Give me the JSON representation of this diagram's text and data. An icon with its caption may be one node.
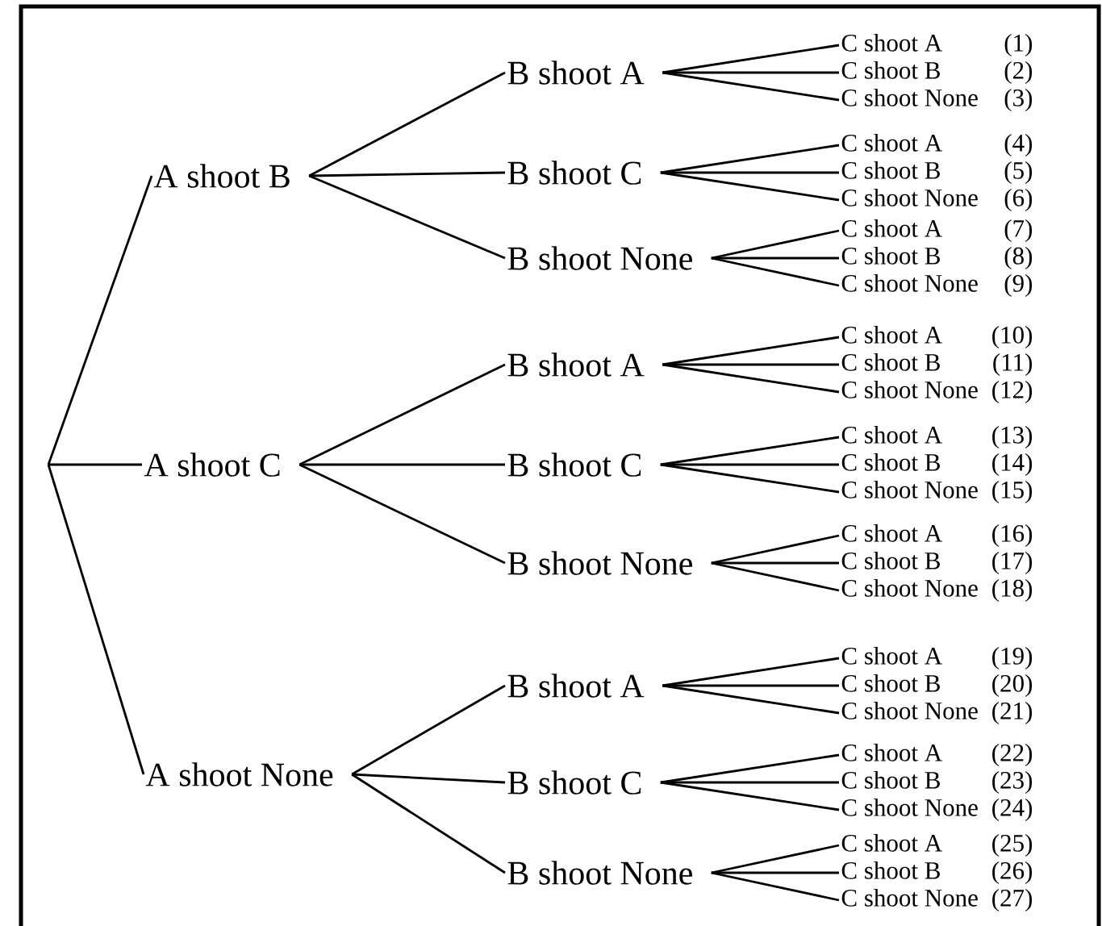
{
  "diagram": {
    "nodes": [
      {
        "text": [
          "A shoot B"
        ]
      },
      {
        "text": [
          "B shoot A"
        ]
      },
      {
        "text": [
          "C shoot A",
          "(1)"
        ]
      },
      {
        "text": [
          "C shoot B",
          "(2)"
        ]
      },
      {
        "text": [
          "C shoot None",
          "(3)"
        ]
      },
      {
        "text": [
          "B shoot C"
        ]
      },
      {
        "text": [
          "C shoot A",
          "(4)"
        ]
      },
      {
        "text": [
          "C shoot B",
          "(5)"
        ]
      },
      {
        "text": [
          "C shoot None",
          "(6)"
        ]
      },
      {
        "text": [
          "B shoot None"
        ]
      },
      {
        "text": [
          "C shoot A",
          "(7)"
        ]
      },
      {
        "text": [
          "C shoot B",
          "(8)"
        ]
      },
      {
        "text": [
          "C shoot None",
          "(9)"
        ]
      },
      {
        "text": [
          "A shoot C"
        ]
      },
      {
        "text": [
          "B shoot A"
        ]
      },
      {
        "text": [
          "C shoot A",
          "(10)"
        ]
      },
      {
        "text": [
          "C shoot B",
          "(11)"
        ]
      },
      {
        "text": [
          "C shoot None",
          "(12)"
        ]
      },
      {
        "text": [
          "B shoot C"
        ]
      },
      {
        "text": [
          "C shoot A",
          "(13)"
        ]
      },
      {
        "text": [
          "C shoot B",
          "(14)"
        ]
      },
      {
        "text": [
          "C shoot None",
          "(15)"
        ]
      },
      {
        "text": [
          "B shoot None"
        ]
      },
      {
        "text": [
          "C shoot A",
          "(16)"
        ]
      },
      {
        "text": [
          "C shoot B",
          "(17)"
        ]
      },
      {
        "text": [
          "C shoot None",
          "(18)"
        ]
      },
      {
        "text": [
          "A shoot None"
        ]
      },
      {
        "text": [
          "B shoot A"
        ]
      },
      {
        "text": [
          "C shoot A",
          "(19)"
        ]
      },
      {
        "text": [
          "C shoot B",
          "(20)"
        ]
      },
      {
        "text": [
          "C shoot None",
          "(21)"
        ]
      },
      {
        "text": [
          "B shoot C"
        ]
      },
      {
        "text": [
          "C shoot A",
          "(22)"
        ]
      },
      {
        "text": [
          "C shoot B",
          "(23)"
        ]
      },
      {
        "text": [
          "C shoot None",
          "(24)"
        ]
      },
      {
        "text": [
          "B shoot None"
        ]
      },
      {
        "text": [
          "C shoot A",
          "(25)"
        ]
      },
      {
        "text": [
          "C shoot B",
          "(26)"
        ]
      },
      {
        "text": [
          "C shoot None",
          "(27)"
        ]
      }
    ],
    "edges": [
      {
        "from": null,
        "to": 0,
        "arrow": "none"
      },
      {
        "from": null,
        "to": 13,
        "arrow": "none"
      },
      {
        "from": null,
        "to": 26,
        "arrow": "none"
      },
      {
        "from": 0,
        "to": 1,
        "arrow": "none"
      },
      {
        "from": 0,
        "to": 5,
        "arrow": "none"
      },
      {
        "from": 0,
        "to": 9,
        "arrow": "none"
      },
      {
        "from": 13,
        "to": 14,
        "arrow": "none"
      },
      {
        "from": 13,
        "to": 18,
        "arrow": "none"
      },
      {
        "from": 13,
        "to": 22,
        "arrow": "none"
      },
      {
        "from": 26,
        "to": 27,
        "arrow": "none"
      },
      {
        "from": 26,
        "to": 31,
        "arrow": "none"
      },
      {
        "from": 26,
        "to": 35,
        "arrow": "none"
      },
      {
        "from": 1,
        "to": 2,
        "arrow": "none"
      },
      {
        "from": 1,
        "to": 3,
        "arrow": "none"
      },
      {
        "from": 1,
        "to": 4,
        "arrow": "none"
      },
      {
        "from": 5,
        "to": 6,
        "arrow": "none"
      },
      {
        "from": 5,
        "to": 7,
        "arrow": "none"
      },
      {
        "from": 5,
        "to": 8,
        "arrow": "none"
      },
      {
        "from": 9,
        "to": 10,
        "arrow": "none"
      },
      {
        "from": 9,
        "to": 11,
        "arrow": "none"
      },
      {
        "from": 9,
        "to": 12,
        "arrow": "none"
      },
      {
        "from": 14,
        "to": 15,
        "arrow": "none"
      },
      {
        "from": 14,
        "to": 16,
        "arrow": "none"
      },
      {
        "from": 14,
        "to": 17,
        "arrow": "none"
      },
      {
        "from": 18,
        "to": 19,
        "arrow": "none"
      },
      {
        "from": 18,
        "to": 20,
        "arrow": "none"
      },
      {
        "from": 18,
        "to": 21,
        "arrow": "none"
      },
      {
        "from": 22,
        "to": 23,
        "arrow": "none"
      },
      {
        "from": 22,
        "to": 24,
        "arrow": "none"
      },
      {
        "from": 22,
        "to": 25,
        "arrow": "none"
      },
      {
        "from": 27,
        "to": 28,
        "arrow": "none"
      },
      {
        "from": 27,
        "to": 29,
        "arrow": "none"
      },
      {
        "from": 27,
        "to": 30,
        "arrow": "none"
      },
      {
        "from": 31,
        "to": 32,
        "arrow": "none"
      },
      {
        "from": 31,
        "to": 33,
        "arrow": "none"
      },
      {
        "from": 31,
        "to": 34,
        "arrow": "none"
      },
      {
        "from": 35,
        "to": 36,
        "arrow": "none"
      },
      {
        "from": 35,
        "to": 37,
        "arrow": "none"
      },
      {
        "from": 35,
        "to": 38,
        "arrow": "none"
      }
    ]
  }
}
